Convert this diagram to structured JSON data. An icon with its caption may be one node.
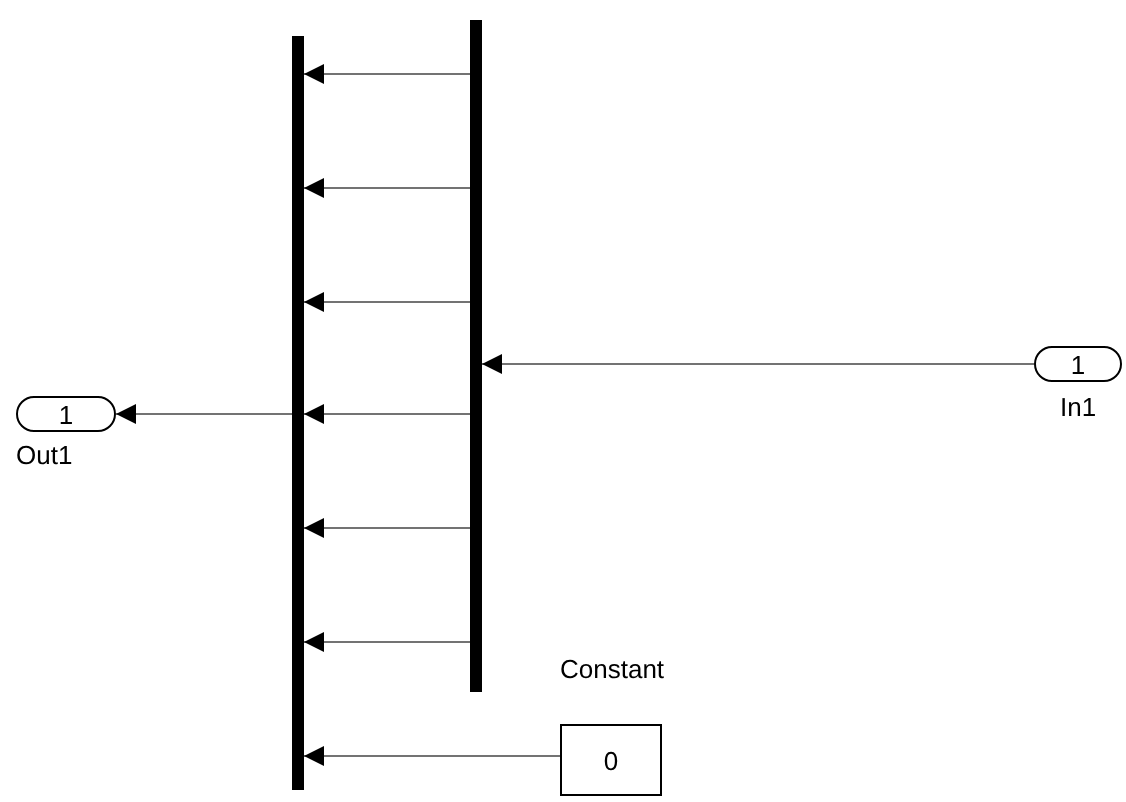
{
  "diagram": {
    "nodes": [
      {
        "text": [
          "1"
        ],
        "beside": [
          "Out1"
        ]
      },
      {
        "text": [],
        "shape": "bar"
      },
      {
        "text": [],
        "shape": "bar"
      },
      {
        "text": [
          "1"
        ],
        "beside": [
          "In1"
        ]
      },
      {
        "text": [
          "0"
        ],
        "beside": [
          "Constant"
        ]
      }
    ],
    "edges": [
      {
        "from": 3,
        "to": 2,
        "arrow": "to"
      },
      {
        "from": 2,
        "to": 1,
        "arrow": "to"
      },
      {
        "from": 2,
        "to": 1,
        "arrow": "to"
      },
      {
        "from": 2,
        "to": 1,
        "arrow": "to"
      },
      {
        "from": 2,
        "to": 1,
        "arrow": "to"
      },
      {
        "from": 2,
        "to": 1,
        "arrow": "to"
      },
      {
        "from": 2,
        "to": 1,
        "arrow": "to"
      },
      {
        "from": 4,
        "to": 1,
        "arrow": "to"
      },
      {
        "from": 1,
        "to": 0,
        "arrow": "to"
      }
    ]
  }
}
